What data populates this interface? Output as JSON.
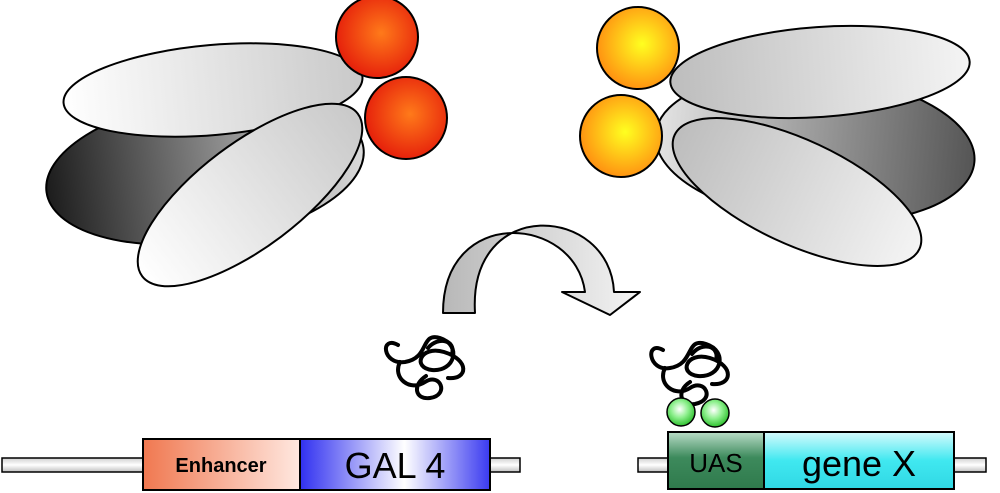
{
  "constructs": {
    "driver": {
      "enhancer_label": "Enhancer",
      "gene_label": "GAL 4",
      "colors": {
        "enhancer": "#f07850",
        "gene": "#3030f0"
      }
    },
    "responder": {
      "uas_label": "UAS",
      "gene_label": "gene X",
      "colors": {
        "uas": "#4a9a6a",
        "gene": "#40e8f0"
      }
    }
  },
  "icons": [
    "fly-red-eyes",
    "fly-orange-eyes",
    "cross-arrow",
    "gal4-protein",
    "uas-binding-sites"
  ]
}
